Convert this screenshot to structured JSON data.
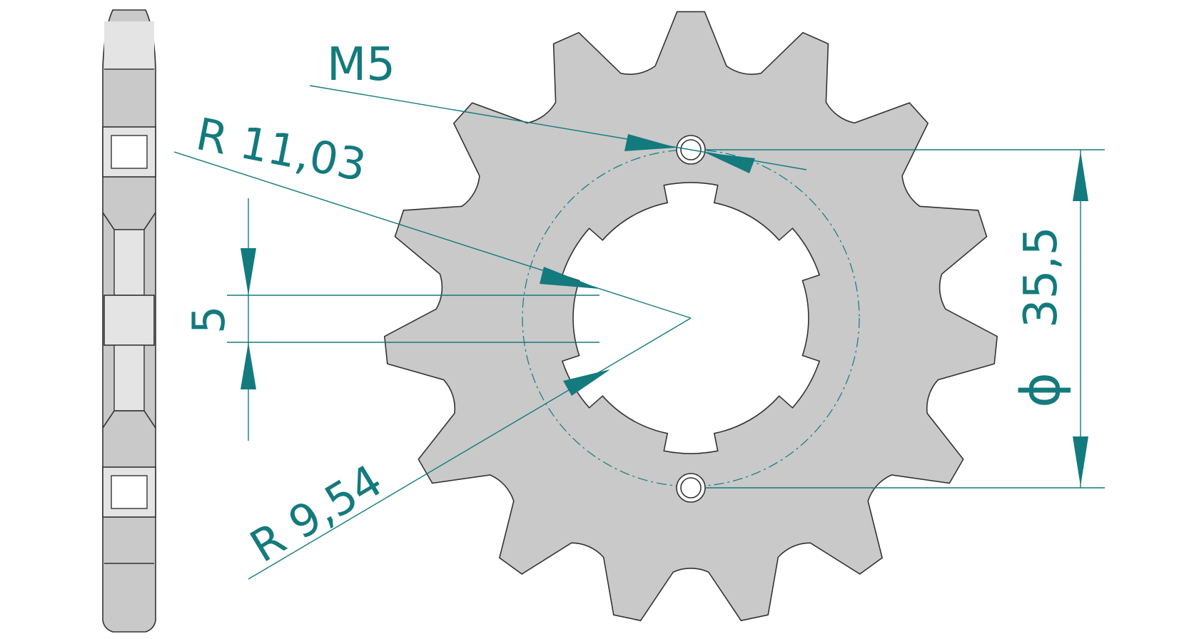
{
  "drawing": {
    "labels": {
      "thread": "M5",
      "outer_radius": "R 11,03",
      "inner_radius": "R 9,54",
      "width": "5",
      "bolt_circle": "35,5",
      "diameter_symbol": "ϕ"
    },
    "sprocket": {
      "teeth": 15
    },
    "colors": {
      "part_fill": "#c9c9c9",
      "outline": "#333333",
      "dimension": "#137a7d",
      "background": "#ffffff"
    }
  }
}
